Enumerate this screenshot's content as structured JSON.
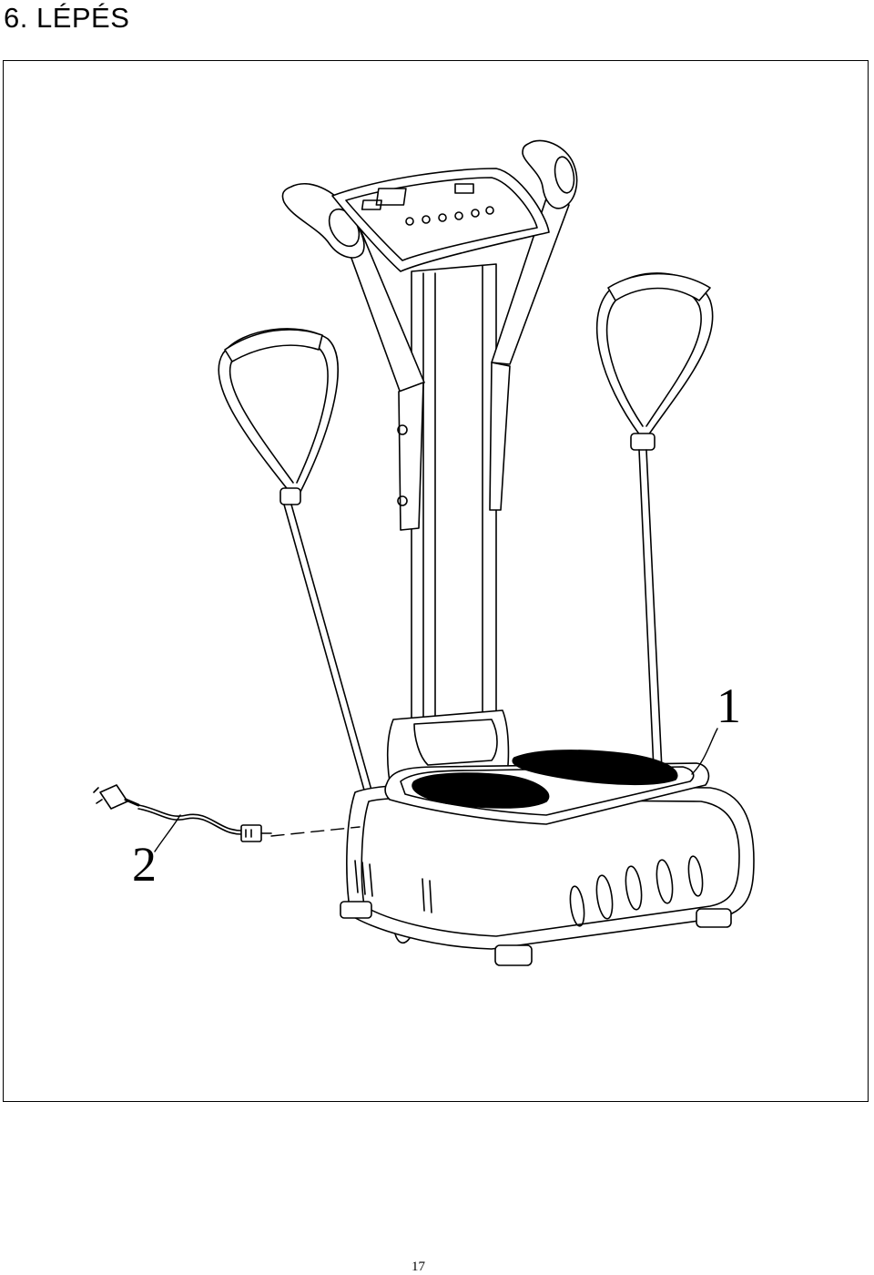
{
  "page": {
    "heading": "6. LÉPÉS",
    "page_number": "17"
  },
  "figure": {
    "callouts": [
      {
        "label": "1"
      },
      {
        "label": "2"
      }
    ]
  }
}
